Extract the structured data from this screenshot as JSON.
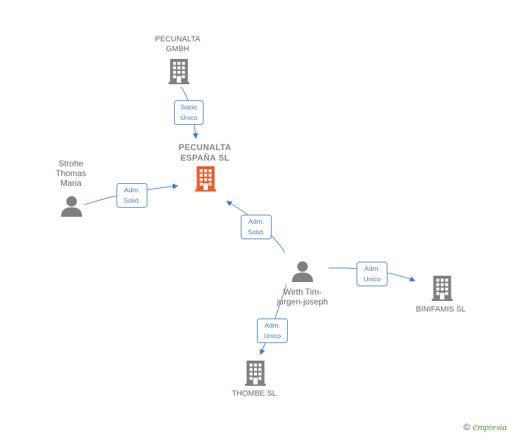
{
  "nodes": {
    "pecunalta_gmbh": {
      "label": "PECUNALTA\nGMBH",
      "type": "company",
      "color": "#808080"
    },
    "pecunalta_espana": {
      "label": "PECUNALTA\nESPAÑA  SL",
      "type": "company-main",
      "color": "#f05a28"
    },
    "strohe": {
      "label": "Strohe\nThomas\nMaria",
      "type": "person",
      "color": "#808080"
    },
    "wirth": {
      "label": "Wirth Tim-\njurgen-joseph",
      "type": "person",
      "color": "#808080"
    },
    "binifamis": {
      "label": "BINIFAMIS SL",
      "type": "company",
      "color": "#808080"
    },
    "thombe": {
      "label": "THOMBE  SL",
      "type": "company",
      "color": "#808080"
    }
  },
  "edges": {
    "gmbh_to_espana": {
      "label": "Socio\nÚnico"
    },
    "strohe_to_espana": {
      "label": "Adm.\nSolid."
    },
    "wirth_to_espana": {
      "label": "Adm.\nSolid."
    },
    "wirth_to_binifamis": {
      "label": "Adm.\nUnico"
    },
    "wirth_to_thombe": {
      "label": "Adm.\nUnico"
    }
  },
  "colors": {
    "edge": "#3d7cc9",
    "company_gray": "#808080",
    "company_main": "#f05a28"
  },
  "footer": {
    "copyright": "©",
    "brand_first": "e",
    "brand_rest": "mpresia"
  }
}
